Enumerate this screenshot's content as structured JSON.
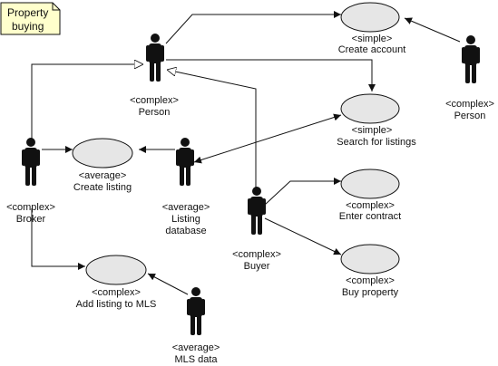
{
  "diagram": {
    "note": {
      "lines": [
        "Property",
        "buying"
      ]
    },
    "actors": [
      {
        "id": "person-main",
        "stereotype": "<complex>",
        "name": "Person"
      },
      {
        "id": "person-right",
        "stereotype": "<complex>",
        "name": "Person"
      },
      {
        "id": "broker",
        "stereotype": "<complex>",
        "name": "Broker"
      },
      {
        "id": "listing-db",
        "stereotype": "<average>",
        "name": "Listing",
        "name2": "database"
      },
      {
        "id": "buyer",
        "stereotype": "<complex>",
        "name": "Buyer"
      },
      {
        "id": "mls-data",
        "stereotype": "<average>",
        "name": "MLS data"
      }
    ],
    "use_cases": [
      {
        "id": "create-account",
        "stereotype": "<simple>",
        "name": "Create account"
      },
      {
        "id": "search-listings",
        "stereotype": "<simple>",
        "name": "Search for listings"
      },
      {
        "id": "create-listing",
        "stereotype": "<average>",
        "name": "Create listing"
      },
      {
        "id": "enter-contract",
        "stereotype": "<complex>",
        "name": "Enter contract"
      },
      {
        "id": "buy-property",
        "stereotype": "<complex>",
        "name": "Buy property"
      },
      {
        "id": "add-listing-mls",
        "stereotype": "<complex>",
        "name": "Add listing to MLS"
      }
    ],
    "colors": {
      "use_case_fill": "#e6e6e6",
      "note_fill": "#ffffcc",
      "stroke": "#111111",
      "actor_fill": "#111111"
    }
  }
}
